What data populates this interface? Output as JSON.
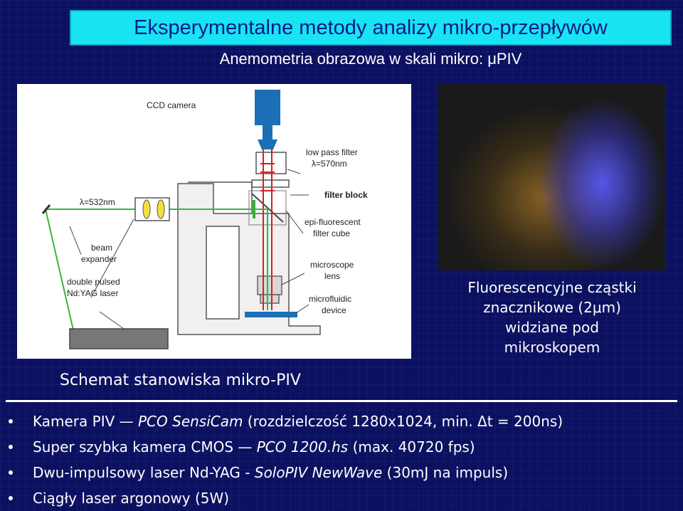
{
  "header": {
    "title": "Eksperymentalne metody analizy mikro-przepływów",
    "subtitle": "Anemometria obrazowa w skali mikro: μPIV"
  },
  "diagram": {
    "labels": {
      "ccd_camera": "CCD camera",
      "low_pass_filter": "low pass filter",
      "lambda_570": "λ=570nm",
      "lambda_532": "λ=532nm",
      "filter_block": "filter block",
      "epi_fluorescent": "epi-fluorescent",
      "filter_cube": "filter cube",
      "beam": "beam",
      "expander": "expander",
      "microscope": "microscope",
      "lens": "lens",
      "double_pulsed": "double pulsed",
      "ndyag_laser": "Nd:YAG laser",
      "microfluidic": "microfluidic",
      "device": "device"
    },
    "caption": "Schemat stanowiska mikro-PIV"
  },
  "micrograph": {
    "caption_lines": [
      "Fluorescencyjne cząstki",
      "znacznikowe (2μm)",
      "widziane pod",
      "mikroskopem"
    ]
  },
  "bullets": [
    {
      "parts": [
        {
          "text": "Kamera PIV — "
        },
        {
          "text": "PCO SensiCam",
          "italic": true
        },
        {
          "text": " (rozdzielczość 1280x1024, min. Δt = 200ns)"
        }
      ]
    },
    {
      "parts": [
        {
          "text": "Super szybka kamera CMOS — "
        },
        {
          "text": "PCO 1200.hs",
          "italic": true
        },
        {
          "text": " (max. 40720 fps)"
        }
      ]
    },
    {
      "parts": [
        {
          "text": "Dwu-impulsowy laser Nd-YAG  - "
        },
        {
          "text": "SoloPIV NewWave",
          "italic": true
        },
        {
          "text": " (30mJ na impuls)"
        }
      ]
    },
    {
      "parts": [
        {
          "text": "Ciągły laser argonowy (5W)"
        }
      ]
    }
  ],
  "colors": {
    "background": "#0b1060",
    "title_box": "#18e4f2",
    "title_text": "#0b1a8c",
    "laser_beam": "#3cb43c",
    "fluorescence_beam": "#d42020"
  }
}
